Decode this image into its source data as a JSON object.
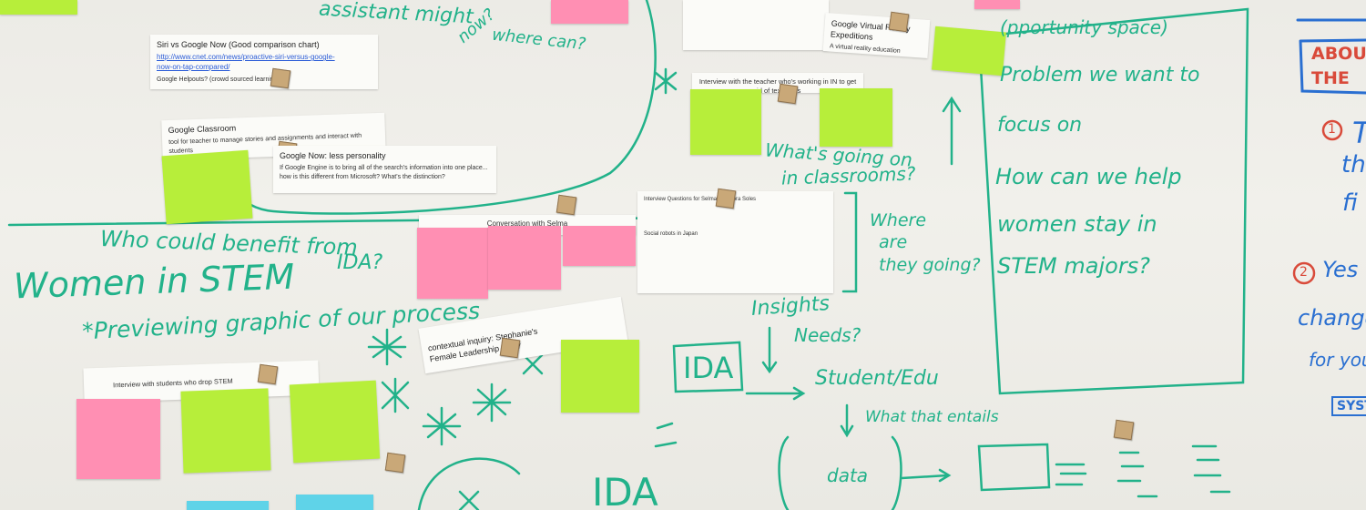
{
  "board": {
    "handwriting": {
      "assistant_top": "assistant might",
      "now": "now?",
      "where_can": "where can?",
      "who_could_benefit": "Who could benefit from",
      "ida": "IDA?",
      "women_in_stem": "Women in STEM",
      "previewing": "*Previewing graphic of our process",
      "whats_going_on_1": "What's going on",
      "whats_going_on_2": "in classrooms?",
      "where_are_1": "Where",
      "where_are_2": "are",
      "where_are_3": "they going?",
      "insights": "Insights",
      "needs": "Needs?",
      "ida_box": "IDA",
      "student_edu": "Student/Edu",
      "what_that_entails": "What that entails",
      "data_label": "data",
      "ida_bottom": "IDA",
      "opportunity": "(pportunity space)",
      "problem": "Problem we want to",
      "focus": "focus on",
      "how_can": "How can we help",
      "women_stay": "women stay in",
      "stem_majors": "STEM majors?",
      "about": "ABOUT",
      "the": "THE",
      "num1": "1",
      "t_frag": "T",
      "th_frag": "th",
      "fi_frag": "fi",
      "num2": "2",
      "yes": "Yes",
      "change": "change",
      "for_you": "for you",
      "syst": "SYSTE"
    },
    "papers": {
      "siri_title": "Siri vs Google Now (Good comparison chart)",
      "siri_url": "http://www.cnet.com/news/proactive-siri-versus-google-now-on-tap-compared/",
      "siri_note": "Google Helpouts? (crowd sourced learning)",
      "classroom_title": "Google Classroom",
      "classroom_note": "tool for teacher to manage stories and assignments and interact with students",
      "now_title": "Google Now: less personality",
      "now_note": "If Google Engine is to bring all of the search's information into one place... how is this different from Microsoft? What's the distinction?",
      "vr_title": "Google Virtual Reality Expeditions",
      "vr_note": "A virtual reality education application that helps the teacher transport students",
      "teacher_title": "Interview with the teacher who's working in IN to get rid of textbooks",
      "selma_title": "Conversation with Selma",
      "interview_title": "Interview Questions for Selma and Nora Soles",
      "interview_note": "Social robots in Japan",
      "contextual_title": "contextual inquiry: Stephanie's Female Leadership study",
      "drop_title": "Interview with students who drop STEM"
    }
  }
}
